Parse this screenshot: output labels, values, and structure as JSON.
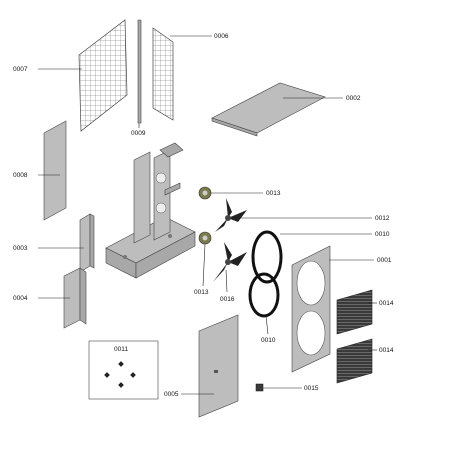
{
  "diagram": {
    "type": "exploded-parts-view",
    "parts": [
      {
        "id": "p0007",
        "code": "0007"
      },
      {
        "id": "p0006",
        "code": "0006"
      },
      {
        "id": "p0009",
        "code": "0009"
      },
      {
        "id": "p0002",
        "code": "0002"
      },
      {
        "id": "p0008",
        "code": "0008"
      },
      {
        "id": "p0013a",
        "code": "0013"
      },
      {
        "id": "p0012",
        "code": "0012"
      },
      {
        "id": "p0010a",
        "code": "0010"
      },
      {
        "id": "p0003",
        "code": "0003"
      },
      {
        "id": "p0001",
        "code": "0001"
      },
      {
        "id": "p0004",
        "code": "0004"
      },
      {
        "id": "p0013b",
        "code": "0013"
      },
      {
        "id": "p0016",
        "code": "0016"
      },
      {
        "id": "p0014a",
        "code": "0014"
      },
      {
        "id": "p0010b",
        "code": "0010"
      },
      {
        "id": "p0011",
        "code": "0011"
      },
      {
        "id": "p0014b",
        "code": "0014"
      },
      {
        "id": "p0005",
        "code": "0005"
      },
      {
        "id": "p0015",
        "code": "0015"
      }
    ]
  }
}
